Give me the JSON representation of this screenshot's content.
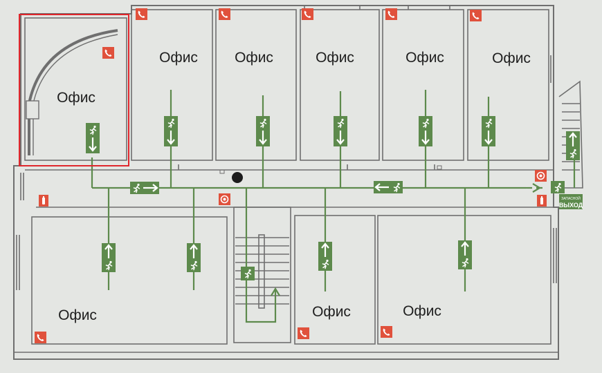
{
  "colors": {
    "background": "#e4e6e3",
    "wall": "#6f6f6f",
    "evacuation_route": "#5d8a4c",
    "fire_equipment": "#e0513c",
    "highlight": "#e0262c"
  },
  "rooms": {
    "top_left": "Офис",
    "top_1": "Офис",
    "top_2": "Офис",
    "top_3": "Офис",
    "top_4": "Офис",
    "top_5": "Офис",
    "bottom_left": "Офис",
    "bottom_mid": "Офис",
    "bottom_right": "Офис"
  },
  "emergency_exit": {
    "small_text": "ЗАПАСНОЙ",
    "big_text": "ВЫХОД"
  },
  "icons": {
    "phone": "phone-icon",
    "fire_alarm": "fire-alarm-icon",
    "fire_extinguisher": "fire-extinguisher-icon",
    "exit_sign": "running-man-exit-icon",
    "highlight": "red-selection-box"
  }
}
